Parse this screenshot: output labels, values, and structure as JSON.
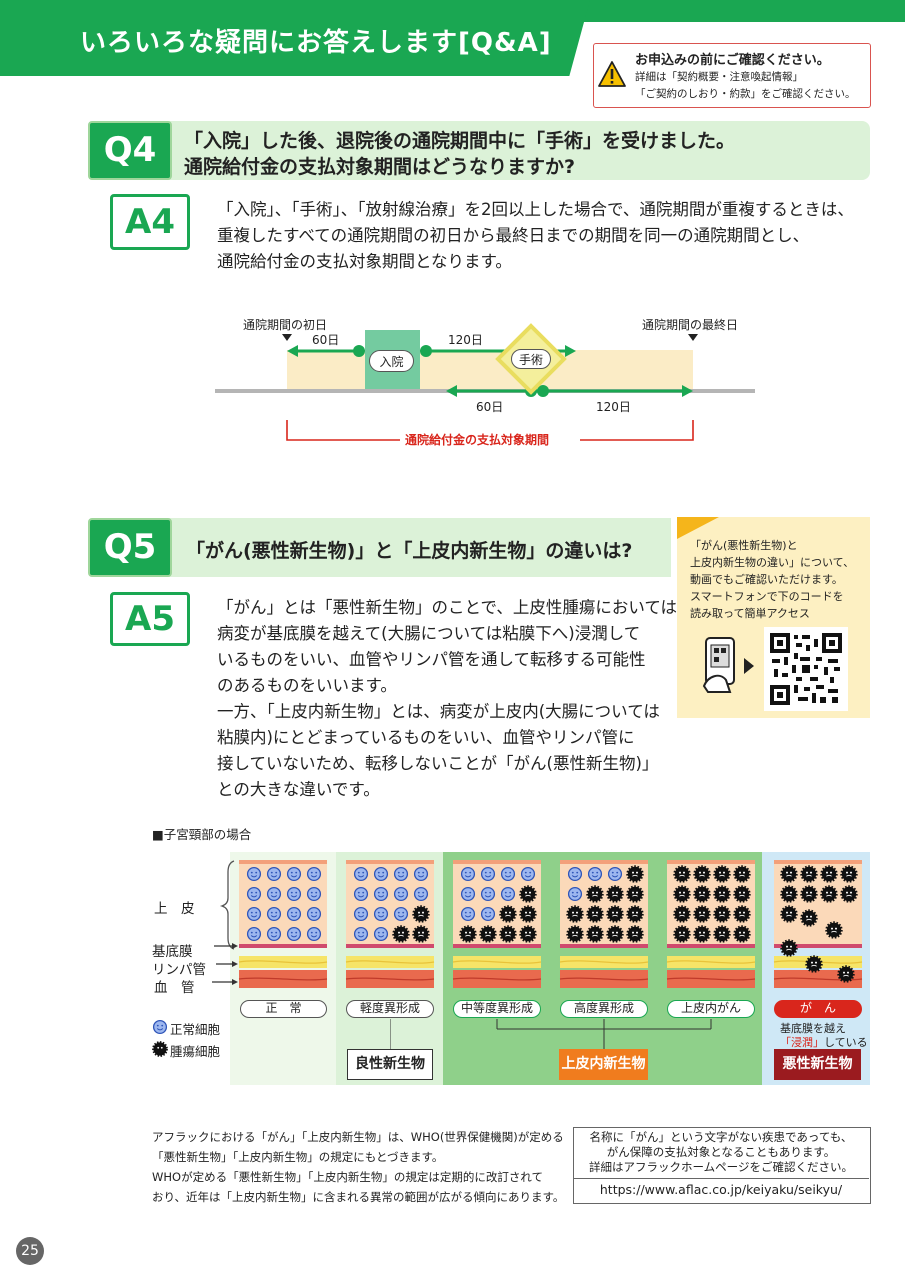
{
  "header": {
    "title": "いろいろな疑問にお答えします[Q&A]",
    "notice_title": "お申込みの前にご確認ください。",
    "notice_lines": [
      "詳細は「契約概要・注意喚起情報」",
      "「ご契約のしおり・約款」をご確認ください。"
    ]
  },
  "q4": {
    "q_label": "Q4",
    "question_lines": [
      "「入院」した後、退院後の通院期間中に「手術」を受けました。",
      "通院給付金の支払対象期間はどうなりますか?"
    ],
    "a_label": "A4",
    "answer_lines": [
      "「入院」、「手術」、「放射線治療」を2回以上した場合で、通院期間が重複するときは、",
      "重複したすべての通院期間の初日から最終日までの期間を同一の通院期間とし、",
      "通院給付金の支払対象期間となります。"
    ],
    "diagram": {
      "start_label": "通院期間の初日",
      "end_label": "通院期間の最終日",
      "days_60": "60日",
      "days_120": "120日",
      "admission": "入院",
      "surgery": "手術",
      "period_label": "通院給付金の支払対象期間"
    }
  },
  "q5": {
    "q_label": "Q5",
    "question": "「がん(悪性新生物)」と「上皮内新生物」の違いは?",
    "a_label": "A5",
    "answer_lines": [
      "「がん」とは「悪性新生物」のことで、上皮性腫瘍においては",
      "病変が基底膜を越えて(大腸については粘膜下へ)浸潤して",
      "いるものをいい、血管やリンパ管を通して転移する可能性",
      "のあるものをいいます。",
      "一方、「上皮内新生物」とは、病変が上皮内(大腸については",
      "粘膜内)にとどまっているものをいい、血管やリンパ管に",
      "接していないため、転移しないことが「がん(悪性新生物)」",
      "との大きな違いです。"
    ],
    "video_box": {
      "lines": [
        "「がん(悪性新生物)と",
        "上皮内新生物の違い」について、",
        "動画でもご確認いただけます。",
        "スマートフォンで下のコードを",
        "読み取って簡単アクセス"
      ]
    }
  },
  "figure": {
    "section_title": "■子宮頸部の場合",
    "layers": [
      "上　皮",
      "基底膜",
      "リンパ管",
      "血　管"
    ],
    "legend_normal": "正常細胞",
    "legend_tumor": "腫瘍細胞",
    "stages": [
      "正　常",
      "軽度異形成",
      "中等度異形成",
      "高度異形成",
      "上皮内がん",
      "が　ん"
    ],
    "cancer_note_1": "基底膜を越え",
    "cancer_note_2_red": "「浸潤」",
    "cancer_note_2_rest": "している",
    "categories": [
      "良性新生物",
      "上皮内新生物",
      "悪性新生物"
    ]
  },
  "footer": {
    "left_lines": [
      "アフラックにおける「がん」「上皮内新生物」は、WHO(世界保健機関)が定める",
      "「悪性新生物」「上皮内新生物」の規定にもとづきます。",
      "WHOが定める「悪性新生物」「上皮内新生物」の規定は定期的に改訂されて",
      "おり、近年は「上皮内新生物」に含まれる異常の範囲が広がる傾向にあります。"
    ],
    "box_lines": [
      "名称に「がん」という文字がない疾患であっても、",
      "がん保障の支払対象となることもあります。",
      "詳細はアフラックホームページをご確認ください。"
    ],
    "url": "https://www.aflac.co.jp/keiyaku/seikyu/",
    "page_number": "25"
  },
  "colors": {
    "brand_green": "#1aa752",
    "light_green": "#dcf2d8",
    "accent_red": "#d9261c",
    "orange": "#f07c1e",
    "dark_red": "#9b1b1f"
  },
  "icons": [
    "warning-icon",
    "smartphone-icon",
    "qr-code-icon",
    "normal-cell-icon",
    "tumor-cell-icon"
  ]
}
